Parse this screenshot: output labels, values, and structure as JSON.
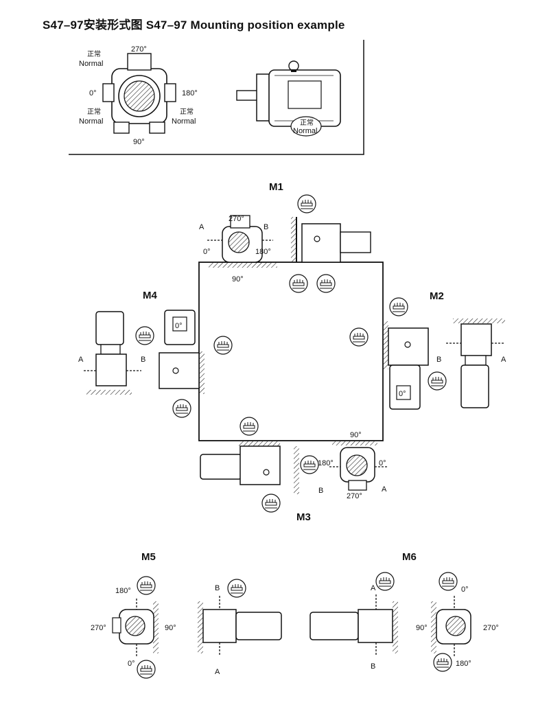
{
  "title": "S47–97安装形式图  S47–97 Mounting position example",
  "legend": {
    "deg_270": "270°",
    "deg_0": "0°",
    "deg_180": "180°",
    "deg_90": "90°",
    "normal_cn": "正常",
    "normal_en": "Normal"
  },
  "positions": {
    "m1": "M1",
    "m2": "M2",
    "m3": "M3",
    "m4": "M4",
    "m5": "M5",
    "m6": "M6"
  },
  "labels": {
    "a": "A",
    "b": "B",
    "deg_0": "0°",
    "deg_90": "90°",
    "deg_180": "180°",
    "deg_270": "270°",
    "motor_0": "0°"
  }
}
